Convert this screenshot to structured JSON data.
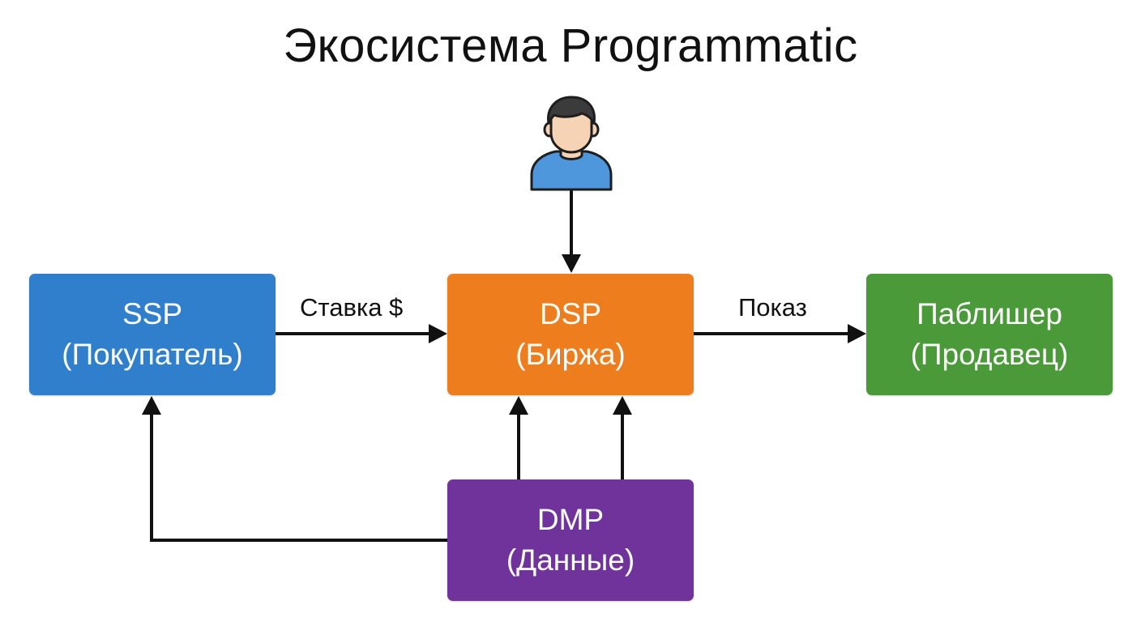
{
  "title": "Экосистема Programmatic",
  "colors": {
    "ssp": "#2f7fcc",
    "dsp": "#ee7d1e",
    "publisher": "#4a9a39",
    "dmp": "#6f339b",
    "arrow": "#111111",
    "user_shirt": "#4e97dd",
    "user_skin": "#f6d3b4",
    "user_hair": "#3b3b3b"
  },
  "nodes": {
    "ssp": {
      "line1": "SSP",
      "line2": "(Покупатель)"
    },
    "dsp": {
      "line1": "DSP",
      "line2": "(Биржа)"
    },
    "publisher": {
      "line1": "Паблишер",
      "line2": "(Продавец)"
    },
    "dmp": {
      "line1": "DMP",
      "line2": "(Данные)"
    }
  },
  "edges": {
    "ssp_to_dsp": "Ставка $",
    "dsp_to_publisher": "Показ"
  },
  "icons": {
    "user": "user-icon"
  }
}
